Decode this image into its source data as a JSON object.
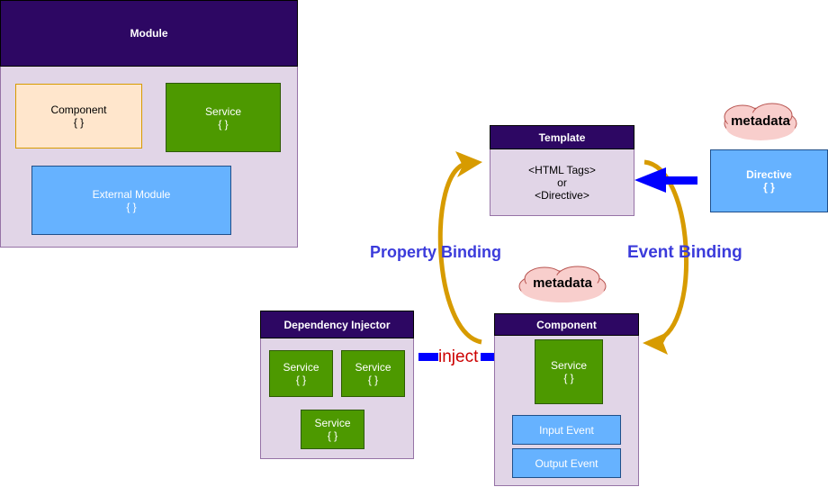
{
  "module": {
    "title": "Module",
    "component": {
      "label": "Component",
      "braces": "{  }"
    },
    "service": {
      "label": "Service",
      "braces": "{  }"
    },
    "external_module": {
      "label": "External Module",
      "braces": "{  }"
    }
  },
  "template": {
    "title": "Template",
    "line1": "<HTML Tags>",
    "line2": "or",
    "line3": "<Directive>"
  },
  "directive": {
    "label": "Directive",
    "braces": "{  }"
  },
  "metadata_top": "metadata",
  "metadata_mid": "metadata",
  "property_binding": "Property Binding",
  "event_binding": "Event Binding",
  "dependency_injector": {
    "title": "Dependency Injector",
    "services": [
      {
        "label": "Service",
        "braces": "{  }"
      },
      {
        "label": "Service",
        "braces": "{  }"
      },
      {
        "label": "Service",
        "braces": "{  }"
      }
    ]
  },
  "inject_label": "inject",
  "component": {
    "title": "Component",
    "service": {
      "label": "Service",
      "braces": "{  }"
    },
    "input_event": "Input Event",
    "output_event": "Output Event"
  },
  "colors": {
    "header": "#2d0763",
    "panel": "#e1d5e7",
    "service_green": "#4d9900",
    "blue_box": "#66b2ff",
    "component_peach": "#ffe6cc",
    "binding_arrow": "#d79b00",
    "inject_arrow": "#0000ff",
    "cloud": "#f8cecc",
    "binding_text": "#3b3bdb",
    "inject_text": "#cc0000"
  }
}
